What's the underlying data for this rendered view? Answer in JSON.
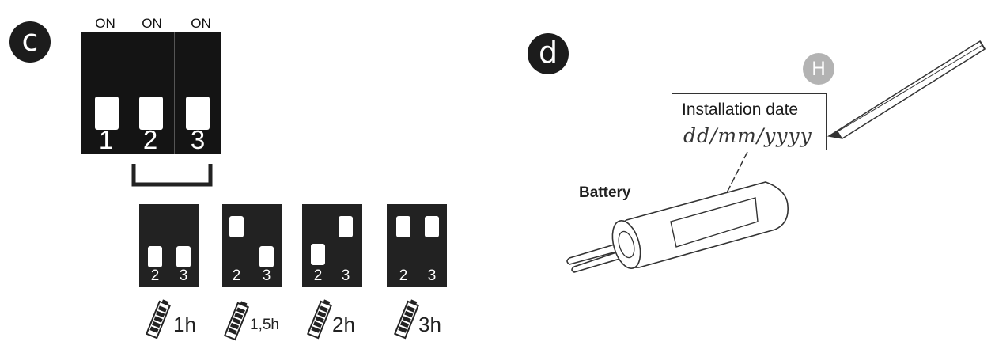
{
  "panel_c": {
    "badge": "c",
    "on_labels": [
      "ON",
      "ON",
      "ON"
    ],
    "switch_numbers": [
      "1",
      "2",
      "3"
    ],
    "options": [
      {
        "numbers": [
          "2",
          "3"
        ],
        "duration": "1h"
      },
      {
        "numbers": [
          "2",
          "3"
        ],
        "duration": "1,5h"
      },
      {
        "numbers": [
          "2",
          "3"
        ],
        "duration": "2h"
      },
      {
        "numbers": [
          "2",
          "3"
        ],
        "duration": "3h"
      }
    ]
  },
  "panel_d": {
    "badge": "d",
    "h_badge": "H",
    "label_title": "Installation date",
    "label_date": "dd/mm/yyyy",
    "battery_label": "Battery"
  },
  "colors": {
    "block": "#141414",
    "badge_gray": "#b3b3b3"
  }
}
